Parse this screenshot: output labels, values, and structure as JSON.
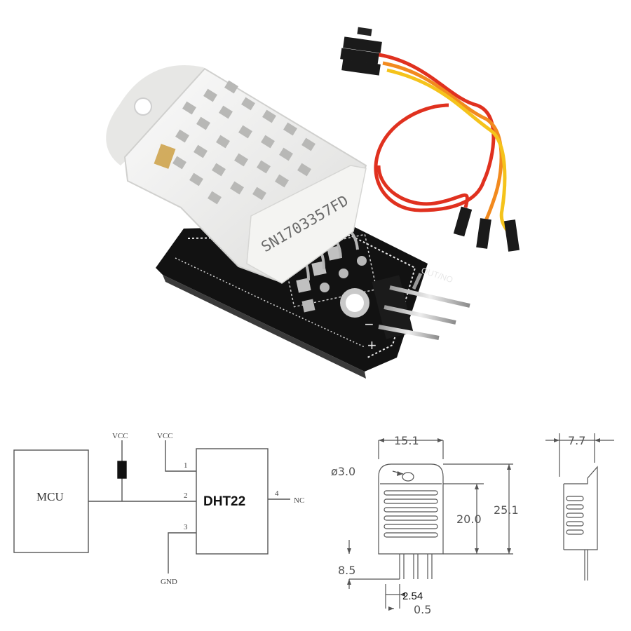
{
  "product": {
    "sensor_marking": "SN1703357FD",
    "board_pin_label": "OUT/NO",
    "board_minus": "−",
    "board_plus": "+"
  },
  "schematic": {
    "mcu_label": "MCU",
    "chip_label": "DHT22",
    "vcc_left": "VCC",
    "vcc_right": "VCC",
    "gnd": "GND",
    "nc": "NC",
    "pin1": "1",
    "pin2": "2",
    "pin3": "3",
    "pin4": "4"
  },
  "dimensions": {
    "width": "15.1",
    "hole": "ø3.0",
    "grille_height": "20.0",
    "total_height": "25.1",
    "pin_length": "8.5",
    "pitch": "2.54",
    "pin_width": "0.5",
    "depth": "7.7"
  },
  "colors": {
    "wire_red": "#e0311f",
    "wire_orange": "#f28a1e",
    "wire_yellow": "#f5c31b",
    "pcb": "#121212",
    "sensor": "#f2f2f0"
  }
}
